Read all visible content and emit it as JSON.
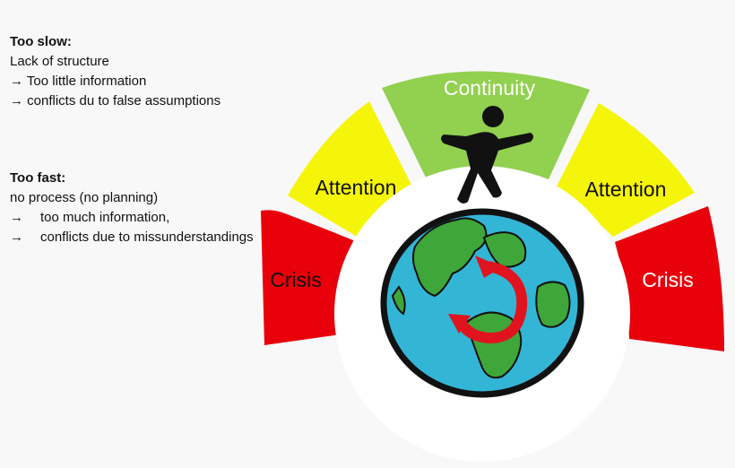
{
  "notes": {
    "slow": {
      "heading": "Too slow:",
      "line1": "Lack of structure",
      "bullets": [
        "→ Too little information",
        "→ conflicts du to false assumptions"
      ]
    },
    "fast": {
      "heading": "Too fast:",
      "line1": "no process (no planning)",
      "bullets": [
        {
          "arrow": "→",
          "text": "too much information,"
        },
        {
          "arrow": "→",
          "text": "conflicts due to missunderstandings"
        }
      ]
    }
  },
  "gauge": {
    "segments": [
      {
        "label": "Crisis",
        "color": "#e8000b"
      },
      {
        "label": "Attention",
        "color": "#f5f50a"
      },
      {
        "label": "Continuity",
        "color": "#92d050"
      },
      {
        "label": "Attention",
        "color": "#f5f50a"
      },
      {
        "label": "Crisis",
        "color": "#e8000b"
      }
    ]
  },
  "colors": {
    "ocean": "#33b5d6",
    "land": "#3fa63a",
    "arrow": "#e0141e",
    "figure": "#111111"
  }
}
